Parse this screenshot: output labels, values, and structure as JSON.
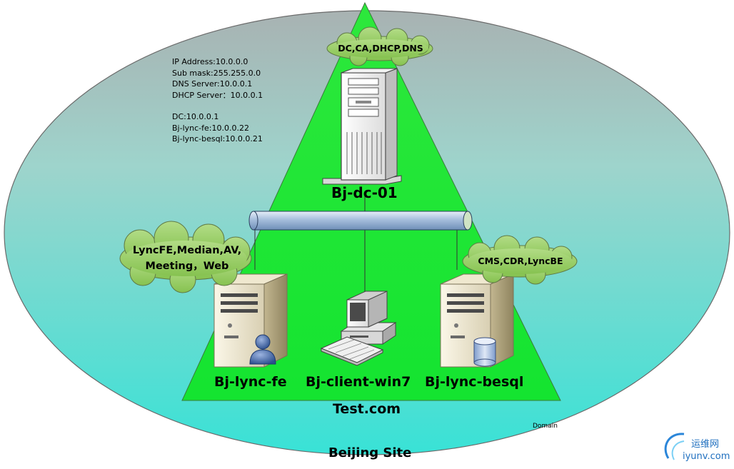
{
  "site": {
    "label": "Beijing Site"
  },
  "domain": {
    "name": "Test.com",
    "caption": "Domain"
  },
  "dc": {
    "host": "Bj-dc-01",
    "roles": "DC,CA,DHCP,DNS"
  },
  "fe": {
    "host": "Bj-lync-fe",
    "roles_line1": "LyncFE,Median,AV,",
    "roles_line2": "Meeting，Web"
  },
  "client": {
    "host": "Bj-client-win7"
  },
  "besql": {
    "host": "Bj-lync-besql",
    "roles": "CMS,CDR,LyncBE"
  },
  "network_info": {
    "ip": "IP Address:10.0.0.0",
    "mask": "Sub mask:255.255.0.0",
    "dns": "DNS Server:10.0.0.1",
    "dhcp": "DHCP Server：10.0.0.1",
    "dc_ip": "DC:10.0.0.1",
    "fe_ip": "Bj-lync-fe:10.0.0.22",
    "besql_ip": "Bj-lync-besql:10.0.0.21"
  },
  "watermark": {
    "cn": "运维网",
    "url": "iyunv.com"
  },
  "colors": {
    "ellipse_top": "#a8b4b4",
    "ellipse_bottom": "#3fe0d4",
    "triangle": "#22e83a",
    "cloud": "#9ccf66",
    "pipe": "#a9c1dd"
  },
  "icons": [
    "tower-server-icon",
    "server-icon",
    "user-icon",
    "database-icon",
    "workstation-icon",
    "cloud-icon",
    "network-pipe-icon"
  ]
}
